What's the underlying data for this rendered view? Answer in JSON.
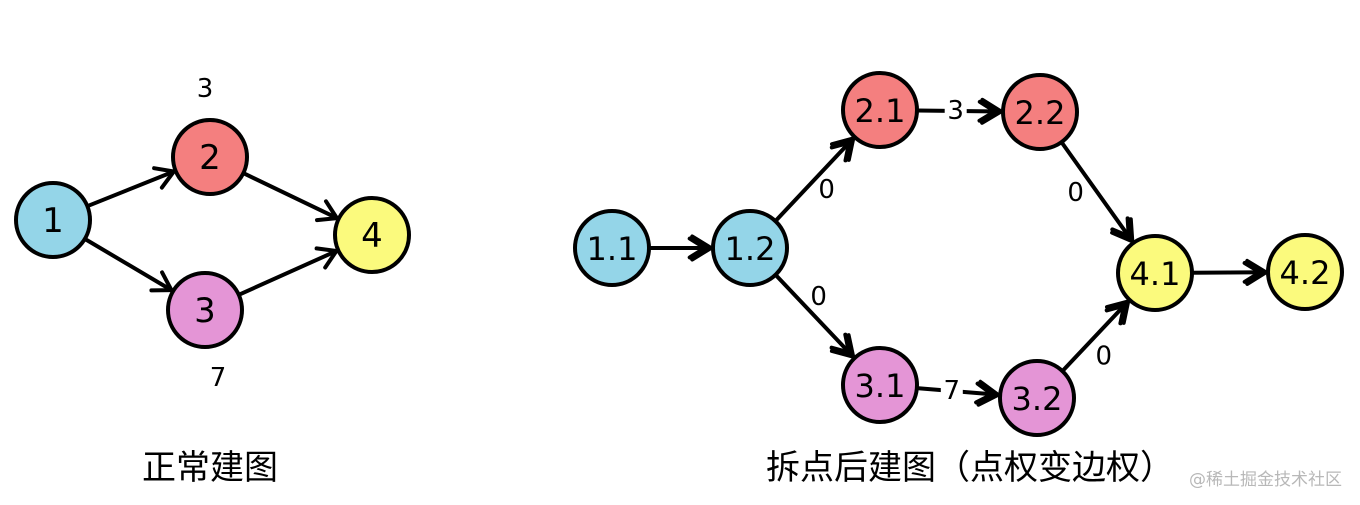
{
  "colors": {
    "blue": "#94d5e8",
    "red": "#f47f7f",
    "yellow": "#fbfa7d",
    "purple": "#e495d6",
    "stroke": "#000000"
  },
  "left_graph": {
    "caption": "正常建图",
    "nodes": [
      {
        "id": "1",
        "label": "1",
        "color": "blue"
      },
      {
        "id": "2",
        "label": "2",
        "color": "red"
      },
      {
        "id": "3",
        "label": "3",
        "color": "purple"
      },
      {
        "id": "4",
        "label": "4",
        "color": "yellow"
      }
    ],
    "node_weights": [
      {
        "node": "2",
        "label": "3"
      },
      {
        "node": "3",
        "label": "7"
      }
    ],
    "edges": [
      {
        "from": "1",
        "to": "2"
      },
      {
        "from": "1",
        "to": "3"
      },
      {
        "from": "2",
        "to": "4"
      },
      {
        "from": "3",
        "to": "4"
      }
    ]
  },
  "right_graph": {
    "caption": "拆点后建图（点权变边权）",
    "nodes": [
      {
        "id": "1.1",
        "label": "1.1",
        "color": "blue"
      },
      {
        "id": "1.2",
        "label": "1.2",
        "color": "blue"
      },
      {
        "id": "2.1",
        "label": "2.1",
        "color": "red"
      },
      {
        "id": "2.2",
        "label": "2.2",
        "color": "red"
      },
      {
        "id": "3.1",
        "label": "3.1",
        "color": "purple"
      },
      {
        "id": "3.2",
        "label": "3.2",
        "color": "purple"
      },
      {
        "id": "4.1",
        "label": "4.1",
        "color": "yellow"
      },
      {
        "id": "4.2",
        "label": "4.2",
        "color": "yellow"
      }
    ],
    "edges": [
      {
        "from": "1.1",
        "to": "1.2",
        "label": ""
      },
      {
        "from": "1.2",
        "to": "2.1",
        "label": "0"
      },
      {
        "from": "1.2",
        "to": "3.1",
        "label": "0"
      },
      {
        "from": "2.1",
        "to": "2.2",
        "label": "3"
      },
      {
        "from": "3.1",
        "to": "3.2",
        "label": "7"
      },
      {
        "from": "2.2",
        "to": "4.1",
        "label": "0"
      },
      {
        "from": "3.2",
        "to": "4.1",
        "label": "0"
      },
      {
        "from": "4.1",
        "to": "4.2",
        "label": ""
      }
    ]
  },
  "watermark": "@稀土掘金技术社区"
}
